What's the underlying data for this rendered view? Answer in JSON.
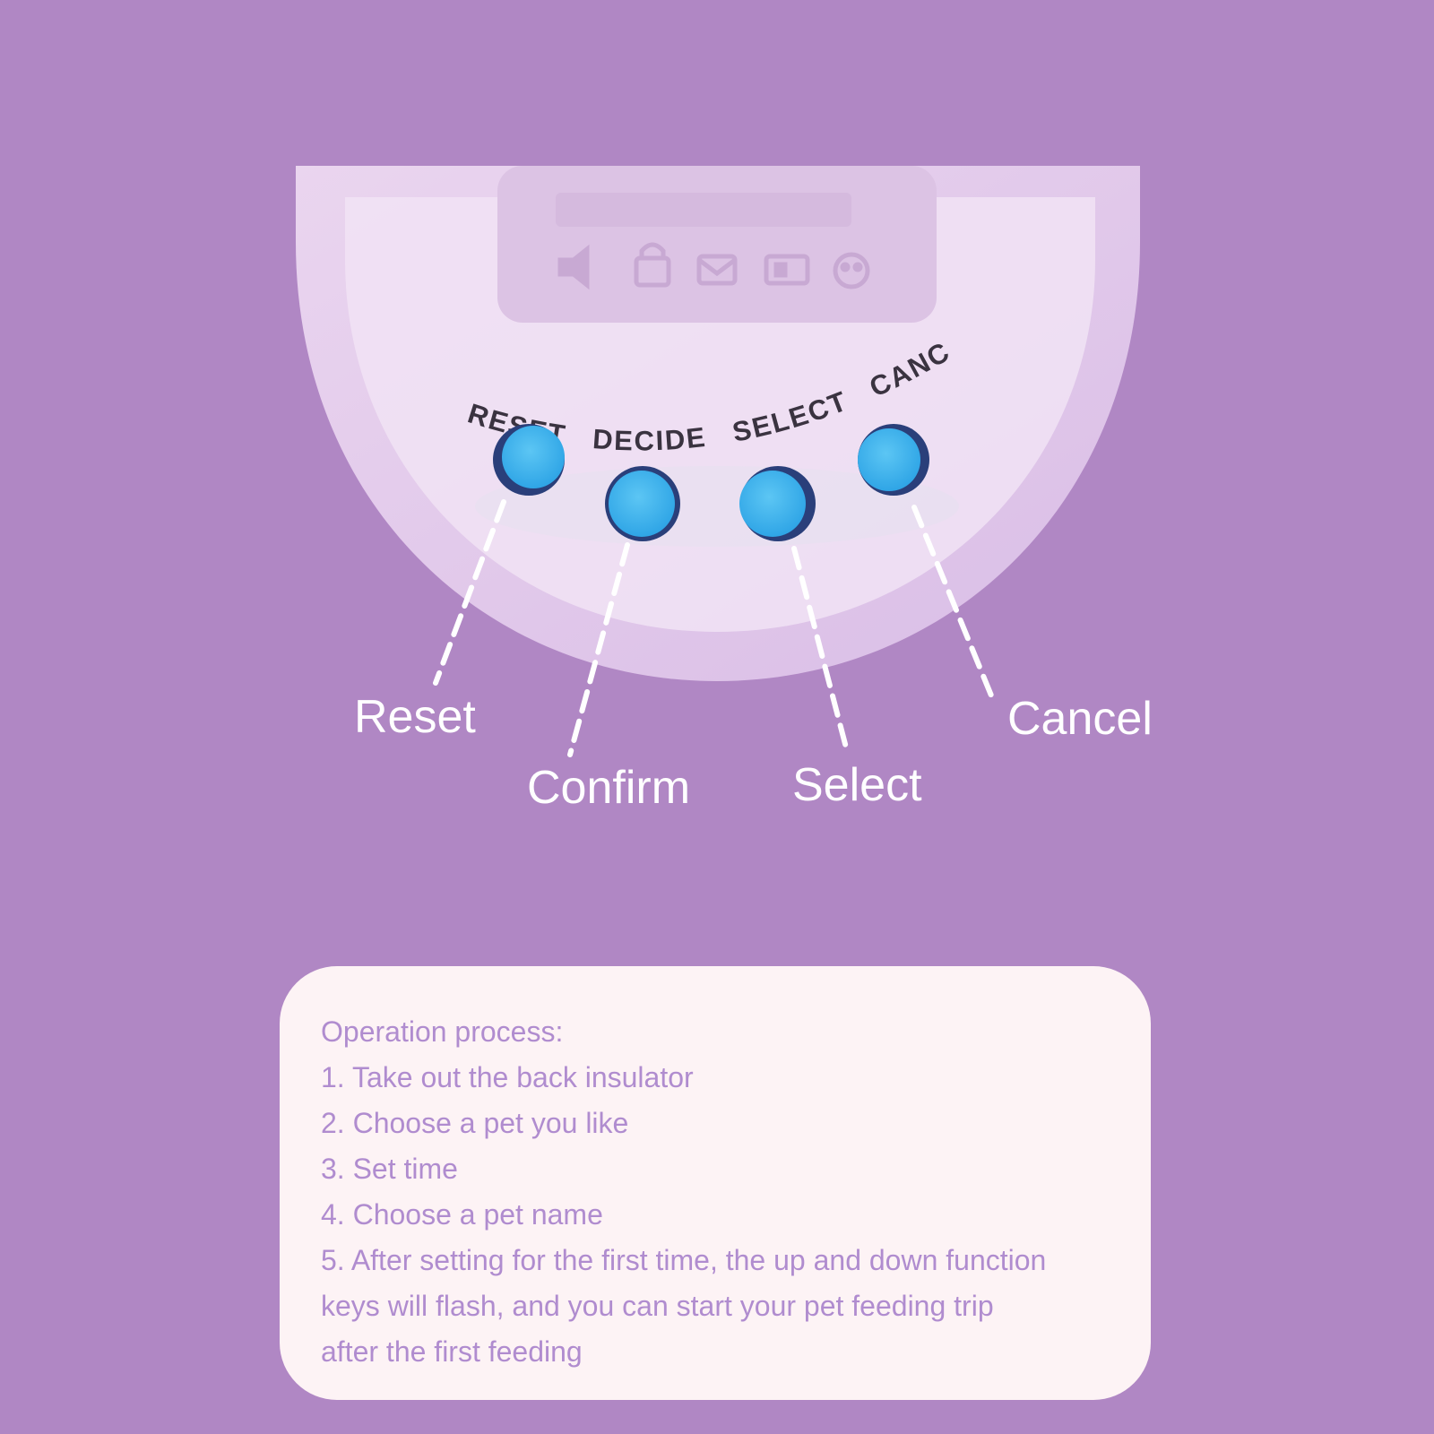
{
  "colors": {
    "background": "#b087c4",
    "device_shell": "#e2c6ea",
    "device_inner": "#f1e3f4",
    "screen": "#dcc3e4",
    "button": "#3ab4ee",
    "button_shadow": "#2a3f7a",
    "device_text": "#3a3340",
    "label_text": "#ffffff",
    "card_bg": "#fdf3f5",
    "card_text": "#b08ccf"
  },
  "device": {
    "screen_icons": [
      "speaker-icon",
      "lock-icon",
      "mail-icon",
      "battery-icon",
      "pet-icon"
    ],
    "button_labels": [
      "RESET",
      "DECIDE",
      "SELECT",
      "CANCEL"
    ]
  },
  "labels": {
    "reset": "Reset",
    "confirm": "Confirm",
    "select": "Select",
    "cancel": "Cancel"
  },
  "instructions": {
    "title": "Operation process:",
    "steps": [
      "1. Take out the back insulator",
      "2. Choose a pet you like",
      "3. Set time",
      "4. Choose a pet name",
      "5. After setting for the first time, the up and down function",
      "keys will flash, and you can start your pet feeding trip",
      "after the first feeding"
    ]
  }
}
